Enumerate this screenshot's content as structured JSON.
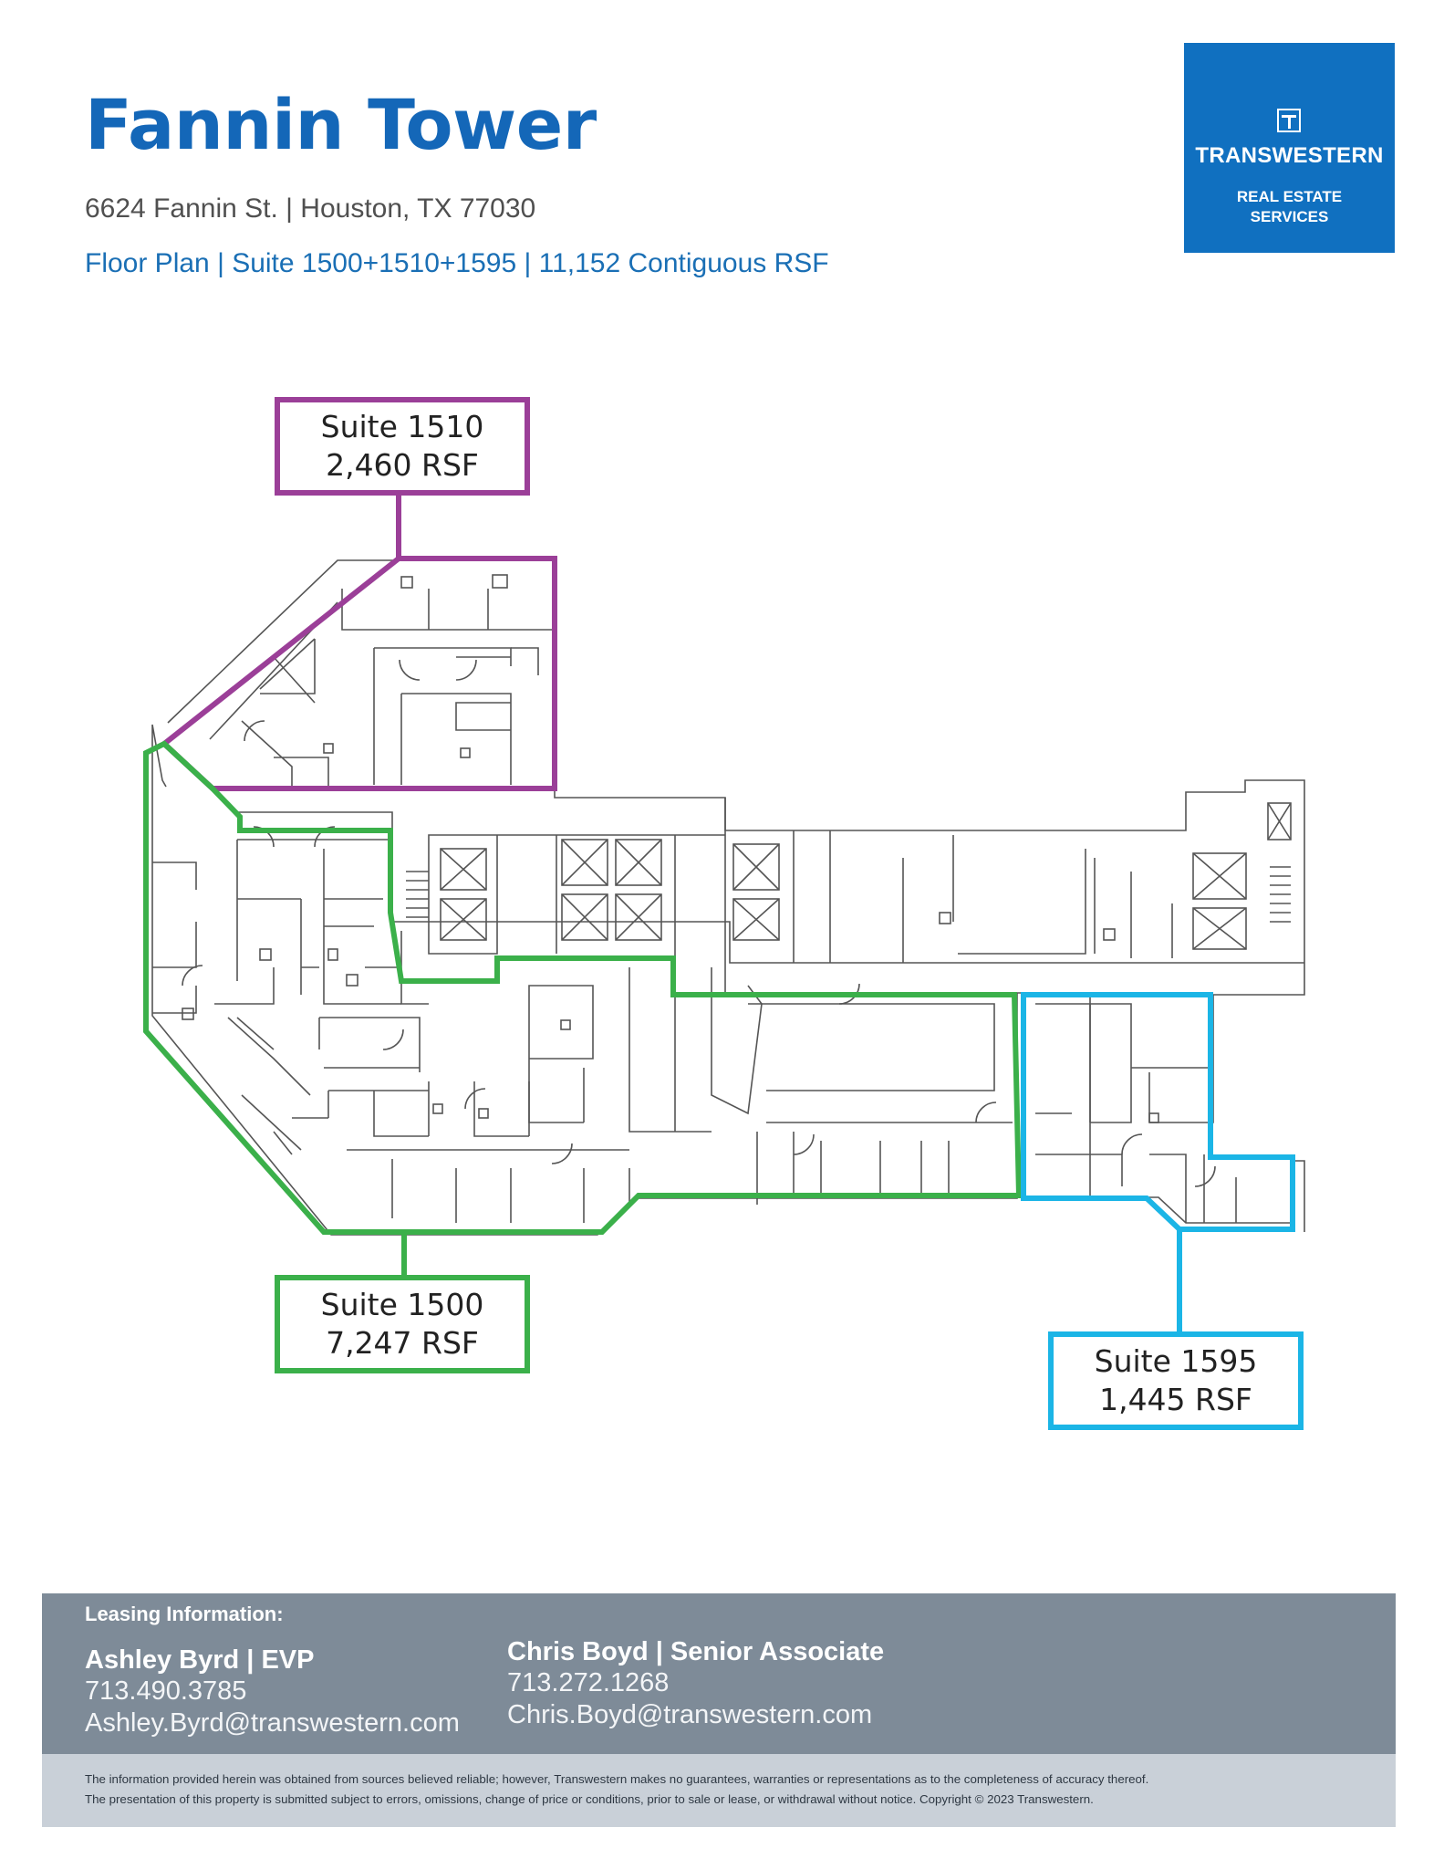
{
  "header": {
    "title": "Fannin Tower",
    "address": "6624 Fannin St. | Houston, TX 77030",
    "subtitle": "Floor Plan | Suite 1500+1510+1595 | 11,152 Contiguous RSF"
  },
  "logo": {
    "brand": "TRANSWESTERN",
    "tagline_1": "REAL ESTATE",
    "tagline_2": "SERVICES",
    "color": "#1070c0"
  },
  "suites": [
    {
      "name": "Suite 1510",
      "area": "2,460 RSF",
      "color": "#9b3f98"
    },
    {
      "name": "Suite 1500",
      "area": "7,247 RSF",
      "color": "#3bb04a"
    },
    {
      "name": "Suite 1595",
      "area": "1,445 RSF",
      "color": "#1bb5e6"
    }
  ],
  "footer": {
    "heading": "Leasing Information:",
    "contacts": [
      {
        "name": "Ashley Byrd | EVP",
        "phone": "713.490.3785",
        "email": "Ashley.Byrd@transwestern.com"
      },
      {
        "name": "Chris Boyd | Senior Associate",
        "phone": "713.272.1268",
        "email": "Chris.Boyd@transwestern.com"
      }
    ],
    "disclaimer_1": "The information provided herein was obtained from sources believed reliable; however, Transwestern makes no guarantees, warranties or representations as to the completeness of accuracy thereof.",
    "disclaimer_2": "The presentation of this property is submitted subject to errors, omissions, change of price or conditions, prior to sale or lease, or withdrawal without notice. Copyright © 2023 Transwestern."
  }
}
